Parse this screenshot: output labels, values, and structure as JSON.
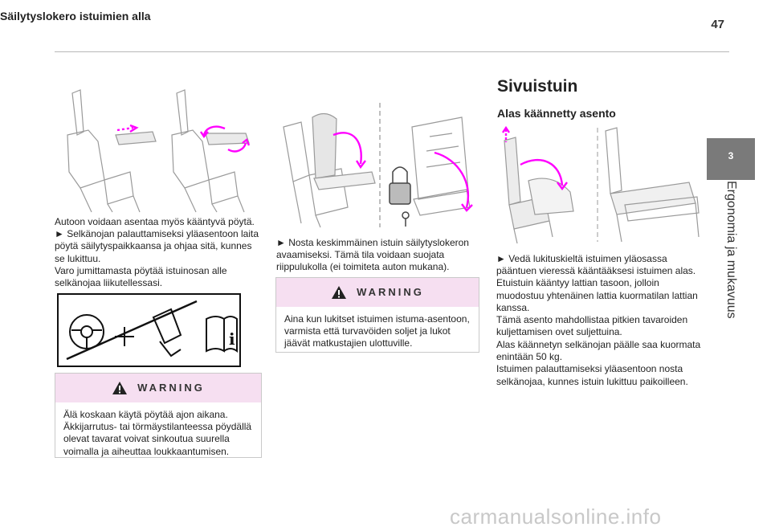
{
  "page_number": "47",
  "side_tab": {
    "number": "3",
    "title": "Ergonomia ja mukavuus"
  },
  "col1": {
    "text": [
      "Autoon voidaan asentaa myös kääntyvä pöytä.",
      "► Selkänojan palauttamiseksi yläasentoon laita pöytä säilytyspaikkaansa ja ohjaa sitä, kunnes se lukittuu.",
      "Varo jumittamasta pöytää istuinosan alle selkänojaa liikutellessasi."
    ],
    "warning": {
      "title": "WARNING",
      "text": "Älä koskaan käytä pöytää ajon aikana. Äkkijarrutus- tai törmäystilanteessa pöydällä olevat tavarat voivat sinkoutua suurella voimalla ja aiheuttaa loukkaantumisen."
    }
  },
  "col2": {
    "heading": "Säilytyslokero istuimien alla",
    "text": "► Nosta keskimmäinen istuin säilytyslokeron avaamiseksi. Tämä tila voidaan suojata riippulukolla (ei toimiteta auton mukana).",
    "warning": {
      "title": "WARNING",
      "text": "Aina kun lukitset istuimen istuma-asentoon, varmista että turvavöiden soljet ja lukot jäävät matkustajien ulottuville."
    }
  },
  "col3": {
    "heading": "Sivuistuin",
    "subheading": "Alas käännetty asento",
    "text": [
      "► Vedä lukituskieltä istuimen yläosassa pääntuen vieressä kääntääksesi istuimen alas.",
      "Etuistuin kääntyy lattian tasoon, jolloin muodostuu yhtenäinen lattia kuormatilan lattian kanssa.",
      "Tämä asento mahdollistaa pitkien tavaroiden kuljettamisen ovet suljettuina.",
      "Alas käännetyn selkänojan päälle saa kuormata enintään 50 kg.",
      "Istuimen palauttamiseksi yläasentoon nosta selkänojaa, kunnes istuin lukittuu paikoilleen."
    ]
  },
  "watermark": "carmanualsonline.info",
  "colors": {
    "accent": "#ff00ff",
    "warning_band": "#f6dff1",
    "tab": "#7a7a7a"
  }
}
